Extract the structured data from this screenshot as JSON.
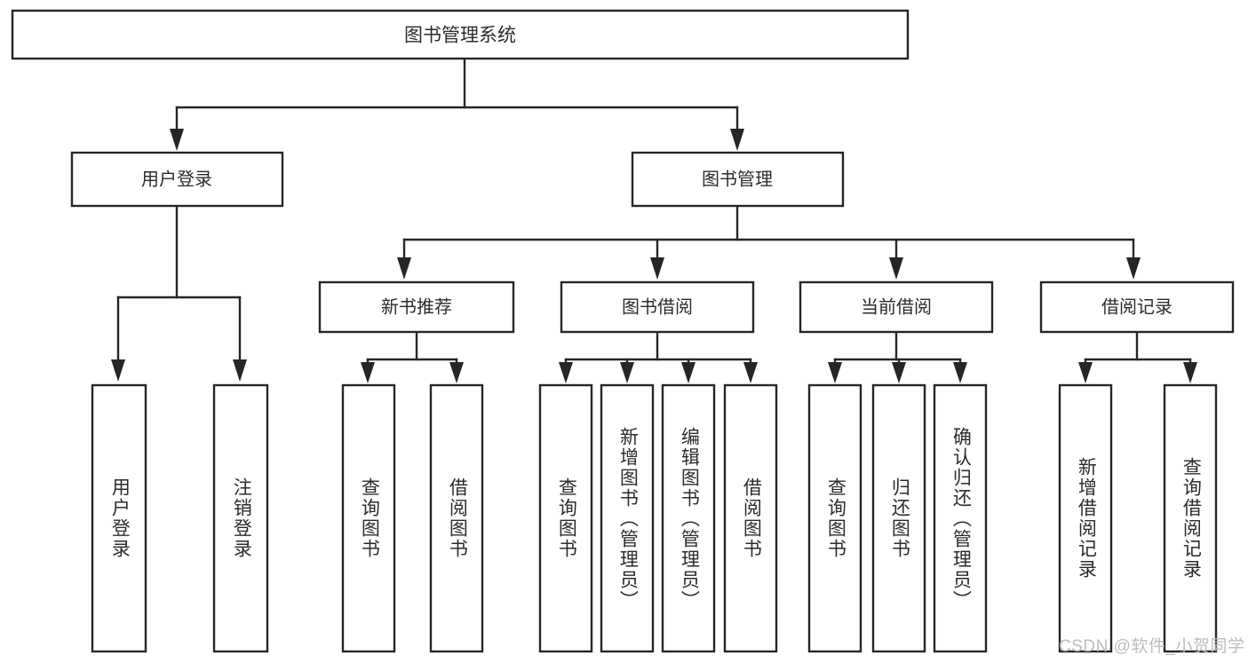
{
  "diagram": {
    "title": "图书管理系统",
    "type": "hierarchy-tree",
    "root": {
      "id": "root",
      "label": "图书管理系统",
      "orientation": "horizontal"
    },
    "level1": [
      {
        "id": "user-login",
        "label": "用户登录",
        "orientation": "horizontal"
      },
      {
        "id": "book-manage",
        "label": "图书管理",
        "orientation": "horizontal"
      }
    ],
    "level2": [
      {
        "id": "new-book-rec",
        "label": "新书推荐",
        "orientation": "horizontal",
        "parent": "book-manage"
      },
      {
        "id": "book-borrow",
        "label": "图书借阅",
        "orientation": "horizontal",
        "parent": "book-manage"
      },
      {
        "id": "current-borrow",
        "label": "当前借阅",
        "orientation": "horizontal",
        "parent": "book-manage"
      },
      {
        "id": "borrow-record",
        "label": "借阅记录",
        "orientation": "horizontal",
        "parent": "book-manage"
      }
    ],
    "leaves": [
      {
        "id": "leaf-user-login",
        "label": "用户登录",
        "orientation": "vertical",
        "parent": "user-login"
      },
      {
        "id": "leaf-logout",
        "label": "注销登录",
        "orientation": "vertical",
        "parent": "user-login"
      },
      {
        "id": "leaf-query-book-1",
        "label": "查询图书",
        "orientation": "vertical",
        "parent": "new-book-rec"
      },
      {
        "id": "leaf-borrow-book-1",
        "label": "借阅图书",
        "orientation": "vertical",
        "parent": "new-book-rec"
      },
      {
        "id": "leaf-query-book-2",
        "label": "查询图书",
        "orientation": "vertical",
        "parent": "book-borrow"
      },
      {
        "id": "leaf-add-book",
        "label": "新增图书（管理员）",
        "orientation": "vertical",
        "parent": "book-borrow"
      },
      {
        "id": "leaf-edit-book",
        "label": "编辑图书（管理员）",
        "orientation": "vertical",
        "parent": "book-borrow"
      },
      {
        "id": "leaf-borrow-book-2",
        "label": "借阅图书",
        "orientation": "vertical",
        "parent": "book-borrow"
      },
      {
        "id": "leaf-query-book-3",
        "label": "查询图书",
        "orientation": "vertical",
        "parent": "current-borrow"
      },
      {
        "id": "leaf-return-book",
        "label": "归还图书",
        "orientation": "vertical",
        "parent": "current-borrow"
      },
      {
        "id": "leaf-confirm-return",
        "label": "确认归还（管理员）",
        "orientation": "vertical",
        "parent": "current-borrow"
      },
      {
        "id": "leaf-add-record",
        "label": "新增借阅记录",
        "orientation": "vertical",
        "parent": "borrow-record"
      },
      {
        "id": "leaf-query-record",
        "label": "查询借阅记录",
        "orientation": "vertical",
        "parent": "borrow-record"
      }
    ],
    "colors": {
      "background": "#ffffff",
      "box_fill": "#ffffff",
      "box_stroke": "#262626",
      "text": "#2b2b2b",
      "connector": "#262626",
      "watermark": "#bcbcbc"
    }
  },
  "watermark": {
    "text": "CSDN @软件_小贺同学"
  }
}
